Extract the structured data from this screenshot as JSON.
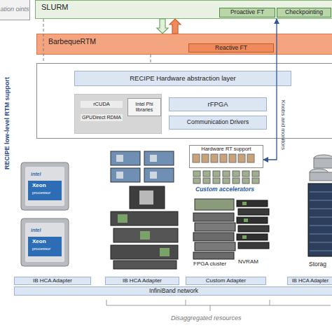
{
  "diagram": {
    "nodes": [
      {
        "text": [
          "ation oints"
        ]
      },
      {
        "text": [
          "SLURM"
        ]
      },
      {
        "text": [
          "Proactive FT"
        ],
        "in": 1
      },
      {
        "text": [
          "Checkpointing"
        ],
        "in": 1
      },
      {
        "text": [
          "BarbequeRTM"
        ]
      },
      {
        "text": [
          "Reactive FT"
        ],
        "in": 4
      },
      {
        "text": [
          "RECIPE low-level RTM support"
        ]
      },
      {
        "text": [
          "RECIPE Hardware abstraction layer"
        ],
        "in": 6
      },
      {
        "text": [
          "rCUDA",
          "GPUDirect RDMA"
        ],
        "in": 6
      },
      {
        "text": [
          "Intel Phi libraries"
        ],
        "in": 8
      },
      {
        "text": [
          "rFPGA"
        ],
        "in": 6
      },
      {
        "text": [
          "Communication Drivers"
        ],
        "in": 6
      },
      {
        "text": [
          "Hardware RT support"
        ]
      },
      {
        "text": [
          "IB HCA Adapter"
        ]
      },
      {
        "text": [
          "IB HCA Adapter"
        ]
      },
      {
        "text": [
          "Custom Adapter"
        ]
      },
      {
        "text": [
          "IB HCA Adapter"
        ]
      },
      {
        "text": [
          "InfiniBand network"
        ]
      }
    ],
    "edges": [
      {
        "from": 1,
        "to": 4,
        "arrow": "to"
      },
      {
        "from": 4,
        "to": 1,
        "arrow": "to"
      },
      {
        "from": 1,
        "to": 6,
        "arrow": "none"
      },
      {
        "from": 4,
        "to": 6,
        "arrow": "none"
      },
      {
        "from": 1,
        "to": 12,
        "arrow": "both",
        "label": "Knobs and monitors"
      }
    ],
    "labels": [
      "intel",
      "Xeon",
      "processor",
      "intel",
      "Xeon",
      "processor",
      "Custom accelerators",
      "FPGA cluster",
      "NVRAM",
      "Storag",
      "Disaggregated resources"
    ]
  }
}
